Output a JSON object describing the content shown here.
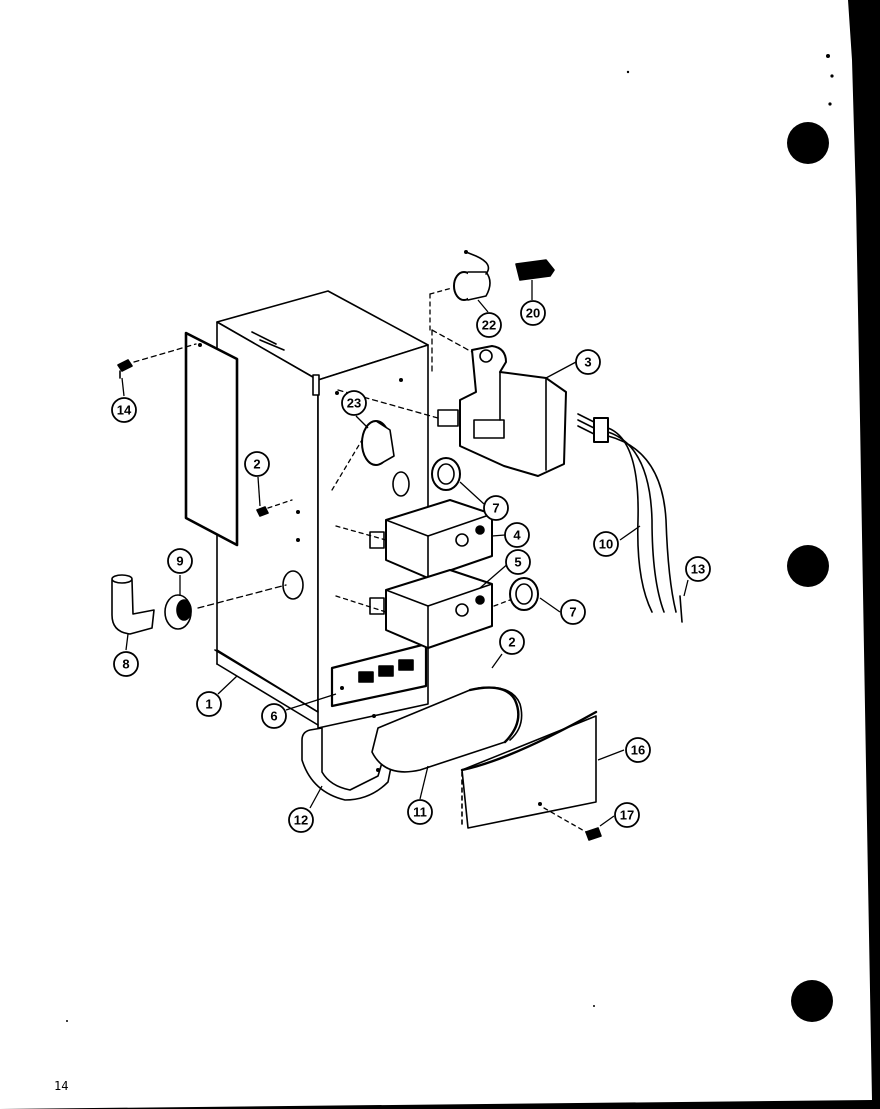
{
  "page": {
    "number": "14",
    "paper_color": "#ffffff",
    "background_color": "#000000",
    "ink_color": "#000000"
  },
  "diagram": {
    "callouts": [
      {
        "id": "c14",
        "label": "14"
      },
      {
        "id": "c2a",
        "label": "2"
      },
      {
        "id": "c8",
        "label": "8"
      },
      {
        "id": "c9",
        "label": "9"
      },
      {
        "id": "c1",
        "label": "1"
      },
      {
        "id": "c6",
        "label": "6"
      },
      {
        "id": "c12",
        "label": "12"
      },
      {
        "id": "c11",
        "label": "11"
      },
      {
        "id": "c22",
        "label": "22"
      },
      {
        "id": "c20",
        "label": "20"
      },
      {
        "id": "c3",
        "label": "3"
      },
      {
        "id": "c23",
        "label": "23"
      },
      {
        "id": "c7a",
        "label": "7"
      },
      {
        "id": "c4",
        "label": "4"
      },
      {
        "id": "c5",
        "label": "5"
      },
      {
        "id": "c7b",
        "label": "7"
      },
      {
        "id": "c2b",
        "label": "2"
      },
      {
        "id": "c10",
        "label": "10"
      },
      {
        "id": "c13",
        "label": "13"
      },
      {
        "id": "c16",
        "label": "16"
      },
      {
        "id": "c17",
        "label": "17"
      }
    ]
  }
}
